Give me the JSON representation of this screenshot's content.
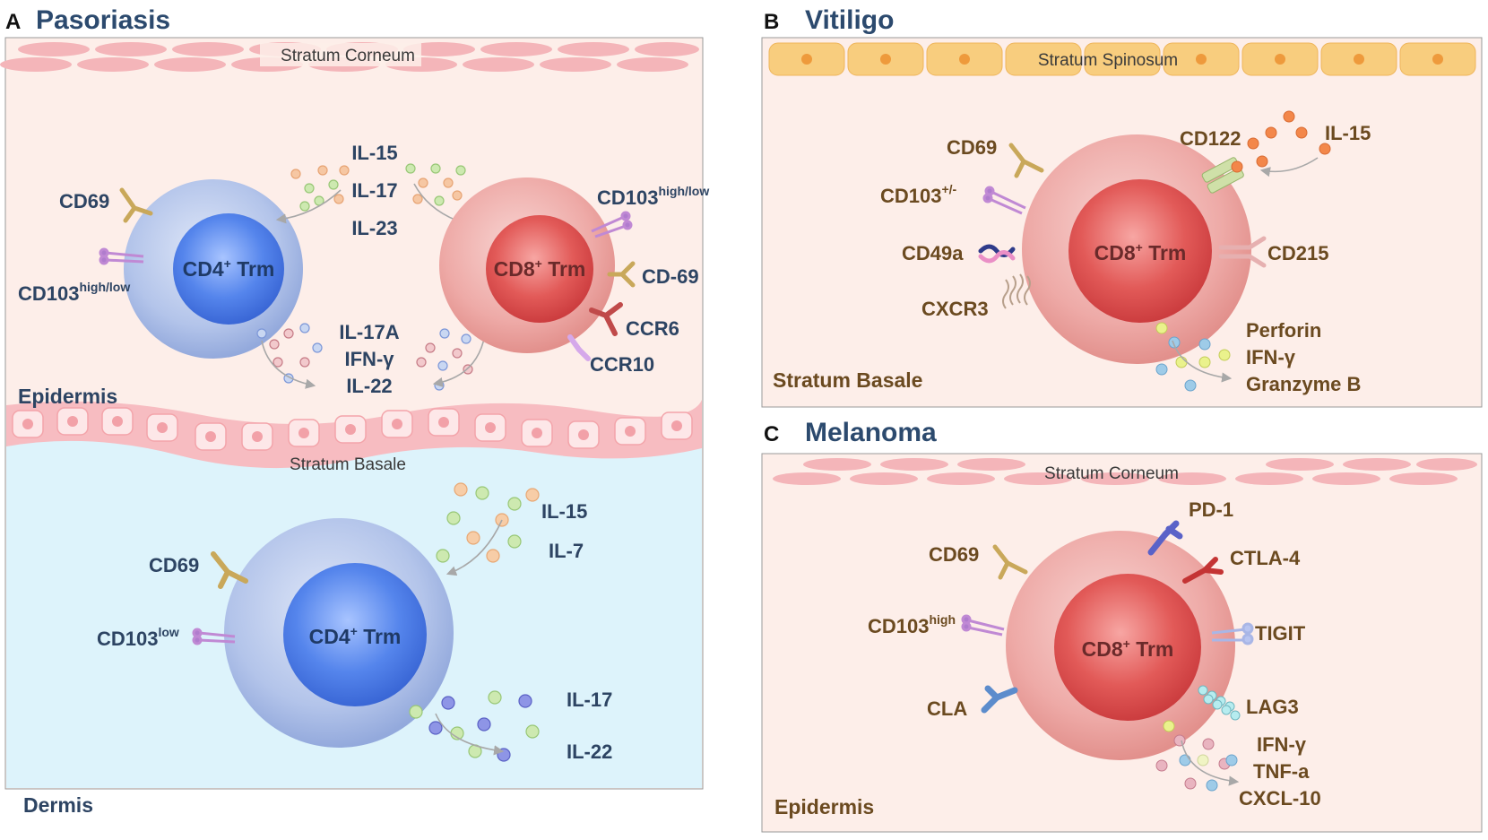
{
  "panels": {
    "a": {
      "letter": "A",
      "title": "Pasoriasis",
      "stratum_top": "Stratum Corneum",
      "stratum_basale": "Stratum Basale",
      "region_epidermis": "Epidermis",
      "region_dermis": "Dermis",
      "cell_cd4_top": {
        "main": "CD4",
        "sup": "+",
        "rest": " Trm"
      },
      "cell_cd8": {
        "main": "CD8",
        "sup": "+",
        "rest": " Trm"
      },
      "cell_cd4_bottom": {
        "main": "CD4",
        "sup": "+",
        "rest": " Trm"
      },
      "cd4_top_markers": {
        "cd69": "CD69",
        "cd103": {
          "main": "CD103",
          "sup": "high/low"
        }
      },
      "incoming_cytokines": [
        "IL-15",
        "IL-17",
        "IL-23"
      ],
      "outgoing_cytokines": [
        "IL-17A",
        "IFN-γ",
        "IL-22"
      ],
      "cd8_markers": {
        "cd103": {
          "main": "CD103",
          "sup": "high/low"
        },
        "cd69": "CD-69",
        "ccr6": "CCR6",
        "ccr10": "CCR10"
      },
      "cd4_bottom_markers": {
        "cd69": "CD69",
        "cd103": {
          "main": "CD103",
          "sup": "low"
        }
      },
      "dermis_incoming": [
        "IL-15",
        "IL-7"
      ],
      "dermis_outgoing": [
        "IL-17",
        "IL-22"
      ]
    },
    "b": {
      "letter": "B",
      "title": "Vitiligo",
      "stratum_top": "Stratum Spinosum",
      "region": "Stratum Basale",
      "cell": {
        "main": "CD8",
        "sup": "+",
        "rest": " Trm"
      },
      "markers": {
        "cd69": "CD69",
        "cd103": {
          "main": "CD103",
          "sup": "+/-"
        },
        "cd49a": "CD49a",
        "cxcr3": "CXCR3",
        "cd122": "CD122",
        "il15": "IL-15",
        "cd215": "CD215"
      },
      "outputs": [
        "Perforin",
        "IFN-γ",
        "Granzyme B"
      ]
    },
    "c": {
      "letter": "C",
      "title": "Melanoma",
      "stratum_top": "Stratum Corneum",
      "region": "Epidermis",
      "cell": {
        "main": "CD8",
        "sup": "+",
        "rest": " Trm"
      },
      "markers": {
        "cd69": "CD69",
        "cd103": {
          "main": "CD103",
          "sup": "high"
        },
        "cla": "CLA",
        "pd1": "PD-1",
        "ctla4": "CTLA-4",
        "tigit": "TIGIT",
        "lag3": "LAG3"
      },
      "outputs": [
        "IFN-γ",
        "TNF-a",
        "CXCL-10"
      ]
    }
  },
  "colors": {
    "epidermis_bg": "#fdeee9",
    "dermis_bg": "#ddf3fb",
    "cd4_cell": "#a9bde6",
    "cd4_nucleus": "#4c7ee6",
    "cd8_cell": "#eea7a4",
    "cd8_nucleus": "#e25555",
    "corneum": "#f4b5b9",
    "spinosum": "#f8cd7e"
  }
}
